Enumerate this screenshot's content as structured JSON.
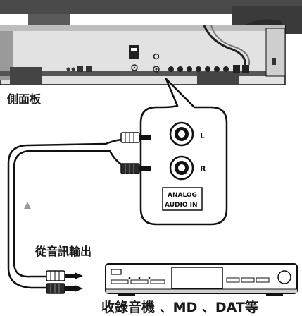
{
  "labels": {
    "side_panel": "側面板",
    "output_from": "從音訊輸出",
    "recorder_devices": "收錄音機 、MD 、DAT等"
  },
  "jacks": {
    "left": "L",
    "right": "R",
    "analog_line1": "ANALOG",
    "analog_line2": "AUDIO IN"
  },
  "colors": {
    "device_body": "#4a4a4a",
    "device_dark": "#2b2b2b",
    "panel_light": "#d8d8d8",
    "cable": "#222222",
    "line": "#111111",
    "background": "#ffffff"
  }
}
